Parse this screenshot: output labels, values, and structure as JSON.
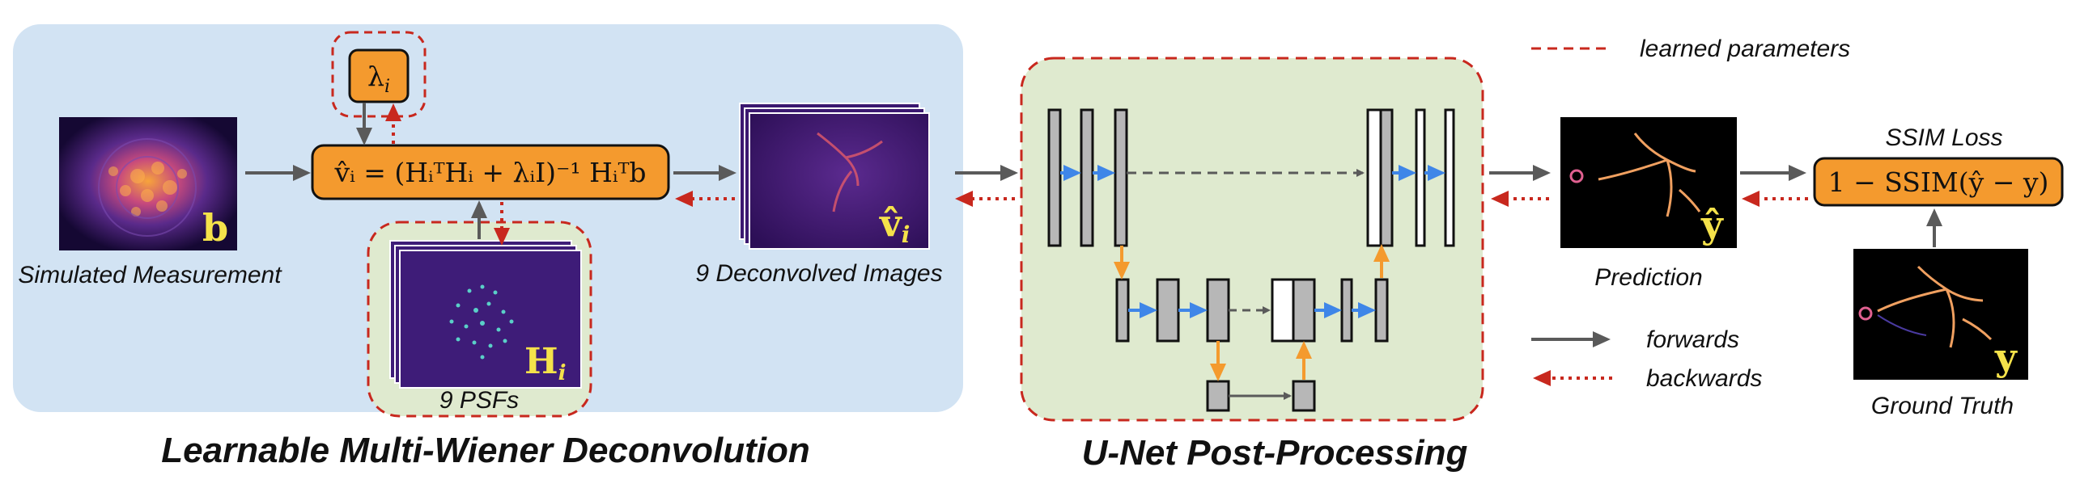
{
  "measurement": {
    "label": "Simulated Measurement",
    "symbol": "b"
  },
  "lambda": {
    "text": "λ",
    "sub": "i"
  },
  "wiener": {
    "formula": "v̂ᵢ = (HᵢᵀHᵢ + λᵢI)⁻¹ Hᵢᵀb"
  },
  "psfs": {
    "label": "9 PSFs",
    "symbol": "H",
    "sub": "i"
  },
  "deconvolved": {
    "label": "9 Deconvolved Images",
    "symbol": "v̂",
    "sub": "i"
  },
  "titles": {
    "left": "Learnable Multi-Wiener Deconvolution",
    "middle": "U-Net Post-Processing"
  },
  "prediction": {
    "label": "Prediction",
    "symbol": "ŷ"
  },
  "loss": {
    "title": "SSIM Loss",
    "formula": "1 − SSIM(ŷ − y)"
  },
  "ground_truth": {
    "label": "Ground Truth",
    "symbol": "y"
  },
  "legend": {
    "learned": "learned parameters",
    "forwards": "forwards",
    "backwards": "backwards"
  },
  "colors": {
    "panel_blue": "#d2e3f3",
    "panel_green": "#dfeacf",
    "orange": "#f49a2e",
    "red": "#c8281e",
    "gray_arrow": "#5a5a5a",
    "blue_arrow": "#3f86e8",
    "layer_gray": "#b7b7b7"
  }
}
